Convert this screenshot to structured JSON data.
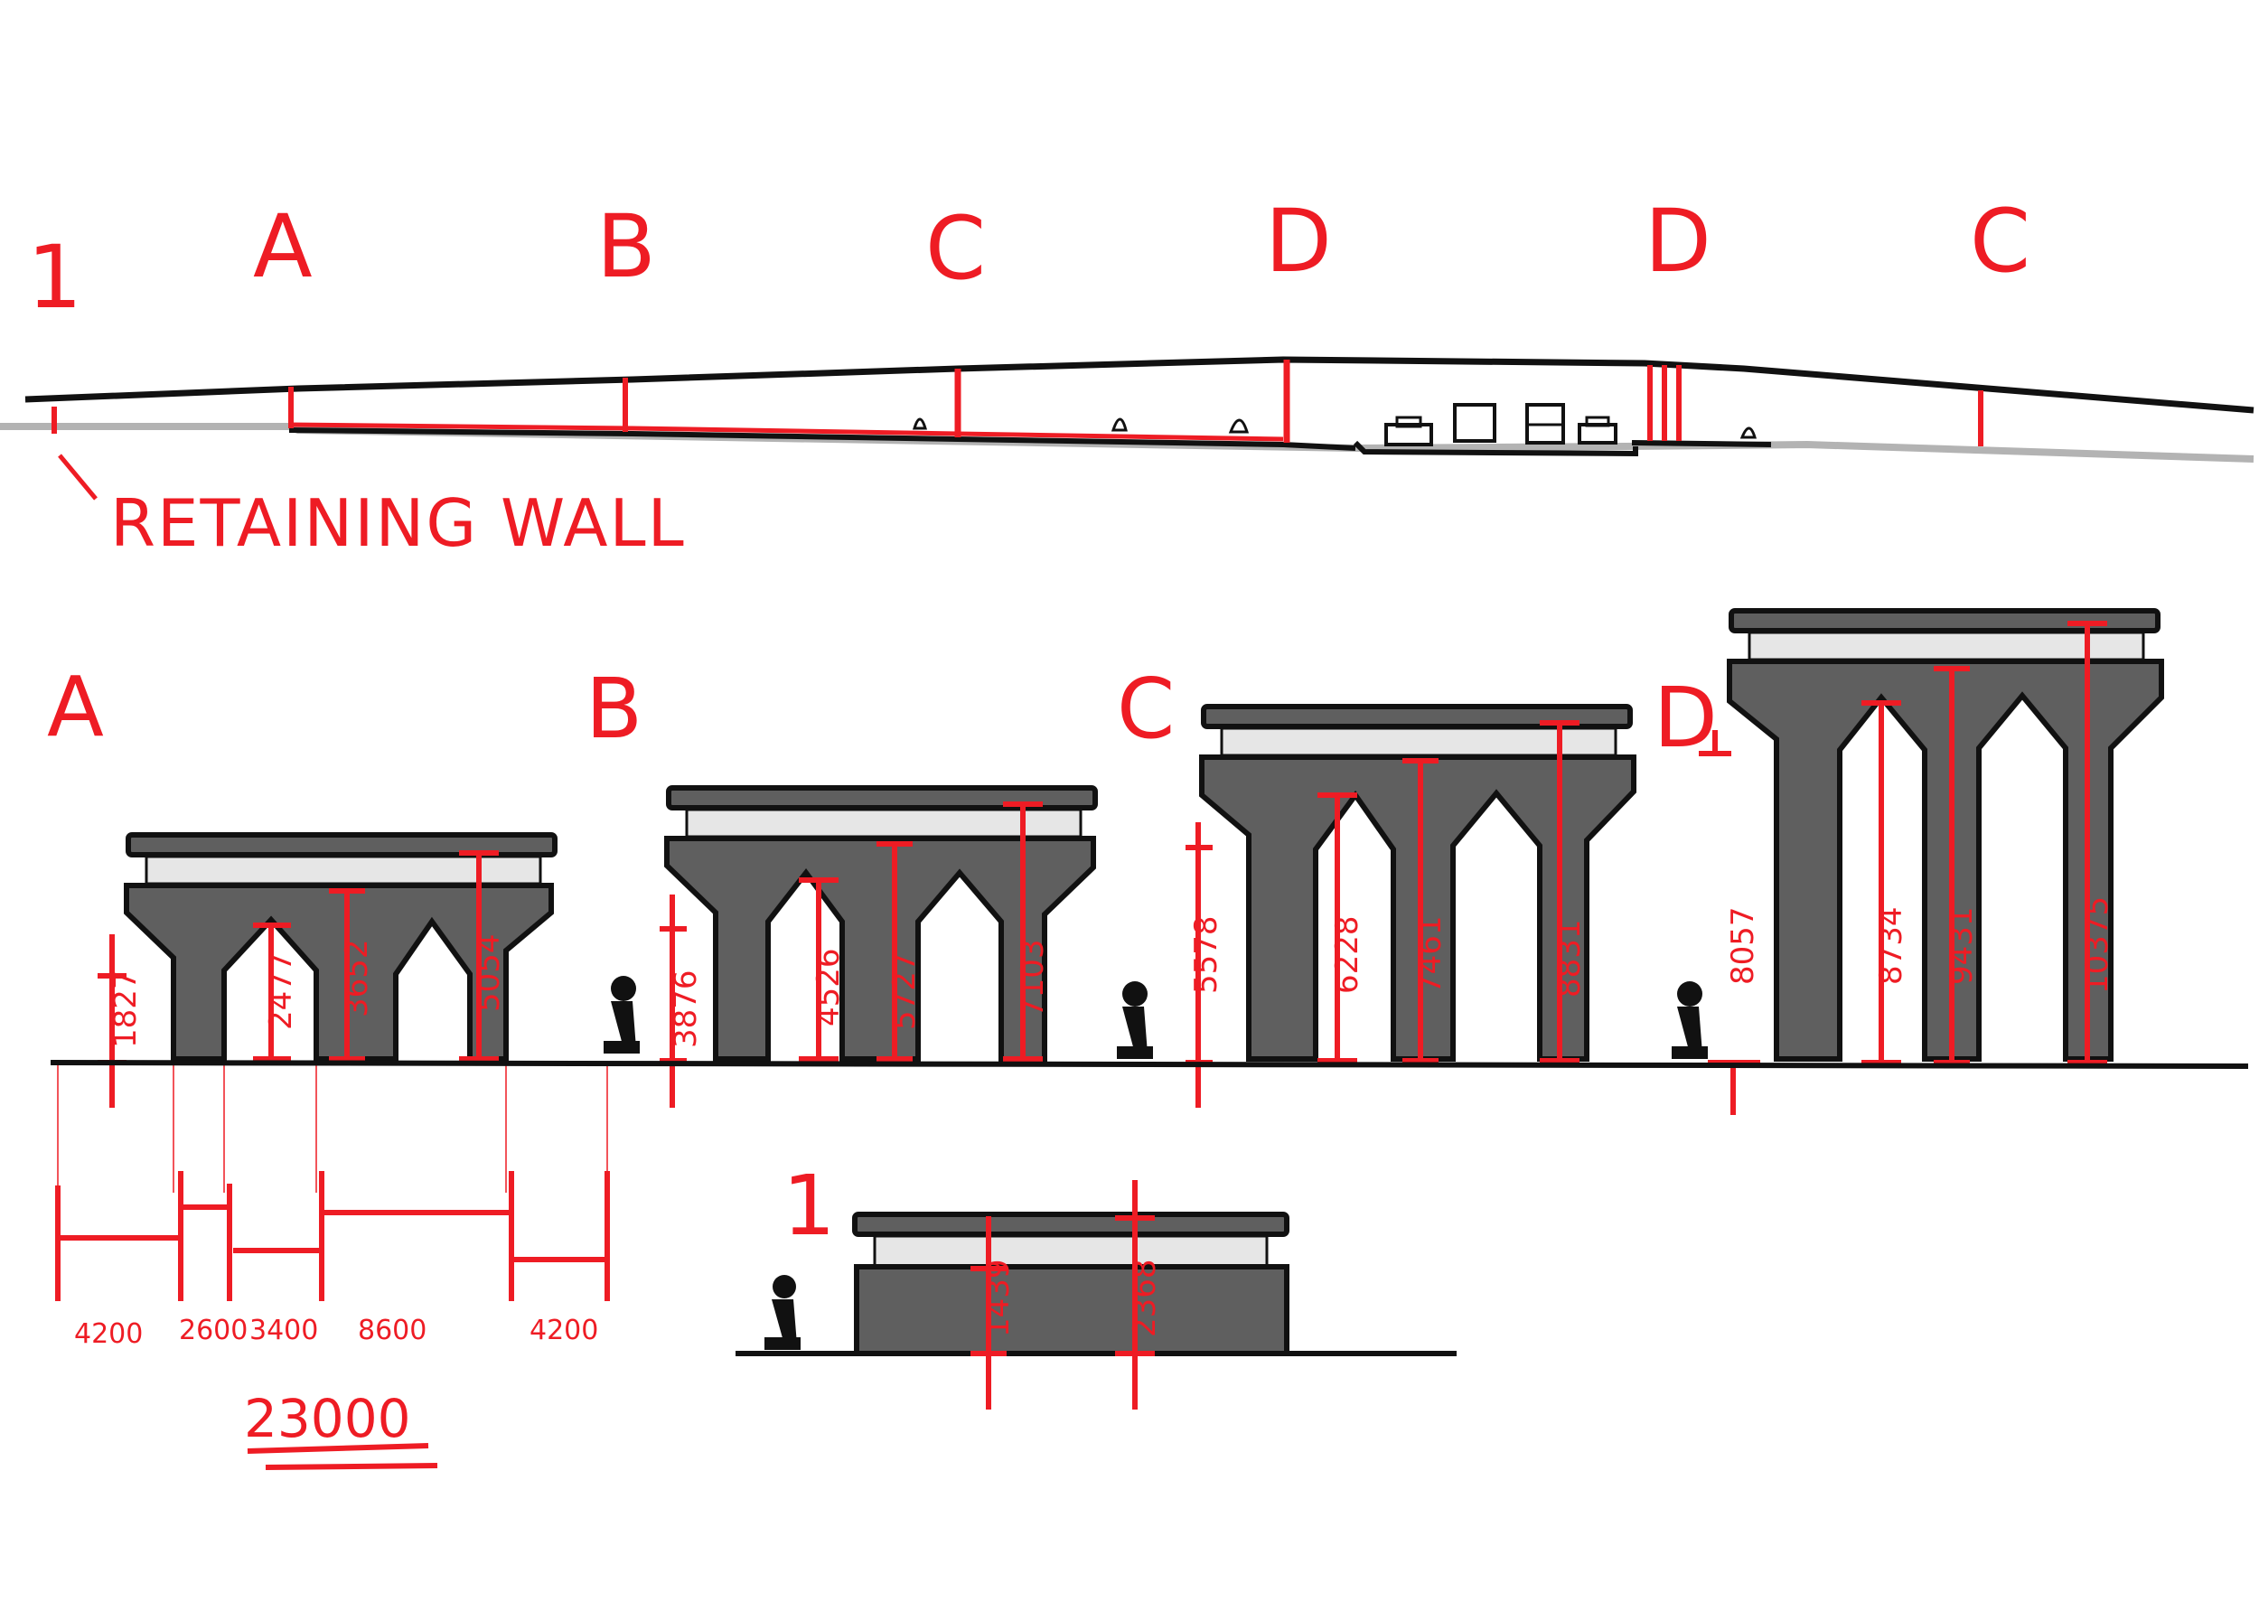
{
  "elevation": {
    "labels": [
      "1",
      "A",
      "B",
      "C",
      "D",
      "D",
      "C"
    ],
    "retaining_wall_label": "RETAINING WALL"
  },
  "sections": {
    "A": {
      "label": "A",
      "heights": [
        "1827",
        "2477",
        "3652",
        "5054"
      ],
      "spans": [
        "4200",
        "2600",
        "3400",
        "8600",
        "4200"
      ],
      "total": "23000"
    },
    "B": {
      "label": "B",
      "heights": [
        "3876",
        "4526",
        "5727",
        "7103"
      ]
    },
    "C": {
      "label": "C",
      "heights": [
        "5578",
        "6228",
        "7461",
        "8831"
      ]
    },
    "D": {
      "label": "D",
      "heights": [
        "8057",
        "8734",
        "9431",
        "10375"
      ]
    },
    "one": {
      "label": "1",
      "heights": [
        "1439",
        "2368"
      ]
    }
  },
  "colors": {
    "annotation": "#ee1c24",
    "structure": "#5f5f5f",
    "outline": "#111111",
    "ground": "#b3b3b3"
  }
}
